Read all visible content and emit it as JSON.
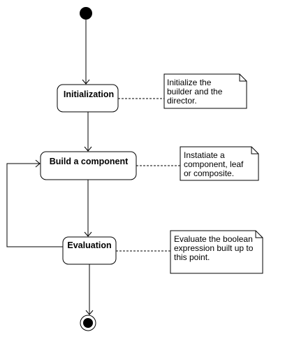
{
  "diagram": {
    "states": {
      "initialization": "Initialization",
      "build": "Build a component",
      "evaluation": "Evaluation"
    },
    "notes": {
      "initialization": [
        "Initialize the",
        "builder and the",
        "director."
      ],
      "build": [
        "Instatiate a",
        "component, leaf",
        "or composite."
      ],
      "evaluation": [
        "Evaluate the boolean",
        "expression built up to",
        "this point."
      ]
    }
  }
}
